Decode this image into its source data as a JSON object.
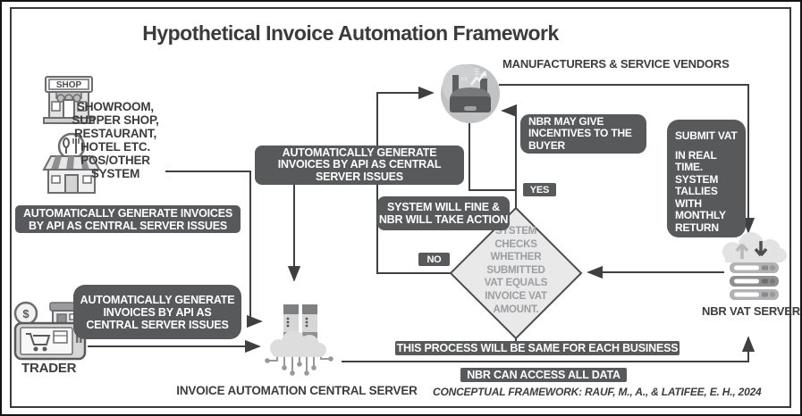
{
  "title": "Hypothetical Invoice Automation Framework",
  "labels": {
    "shops": "SHOWROOM,\nSUPPER SHOP,\nRESTAURANT,\nHOTEL ETC.\nPOS/OTHER\nSYSTEM",
    "trader": "TRADER",
    "manufacturers": "MANUFACTURERS  & SERVICE VENDORS",
    "nbr_vat_server": "NBR VAT SERVER",
    "central_server": "INVOICE AUTOMATION  CENTRAL SERVER",
    "attribution": "CONCEPTUAL FRAMEWORK: RAUF, M., A., & LATIFEE, E. H., 2024",
    "shop_sign": "SHOP",
    "coin_symbol": "$"
  },
  "boxes": {
    "shops_api": "AUTOMATICALLY GENERATE  INVOICES\nBY API AS CENTRAL SERVER ISSUES",
    "trader_api": "AUTOMATICALLY GENERATE\nINVOICES  BY API AS\nCENTRAL SERVER ISSUES",
    "central_api": "AUTOMATICALLY  GENERATE\nINVOICES  BY API AS CENTRAL\nSERVER ISSUES",
    "fine": "SYSTEM WILL FINE &\nNBR WILL  TAKE ACTION",
    "incentives": "NBR MAY GIVE\nINCENTIVES TO THE\nBUYER",
    "submit_vat_head": "SUBMIT VAT",
    "submit_vat_body": "IN REAL\nTIME.\nSYSTEM\nTALLIES\nWITH\nMONTHLY\nRETURN",
    "process": "THIS PROCESS WILL  BE SAME  FOR EACH  BUSINESS",
    "access": "NBR CAN ACCESS ALL  DATA",
    "yes": "YES",
    "no": "NO"
  },
  "decision": {
    "text": "SYSTEM\nCHECKS\nWHETHER\nSUBMITTED\nVAT EQUALS\nINVOICE VAT\nAMOUNT."
  },
  "colors": {
    "box_bg": "#58595b",
    "line": "#3f4041",
    "diamond_fill": "#e9e9ea",
    "diamond_text": "#9b9da0",
    "text_dark": "#3d3d3f"
  }
}
